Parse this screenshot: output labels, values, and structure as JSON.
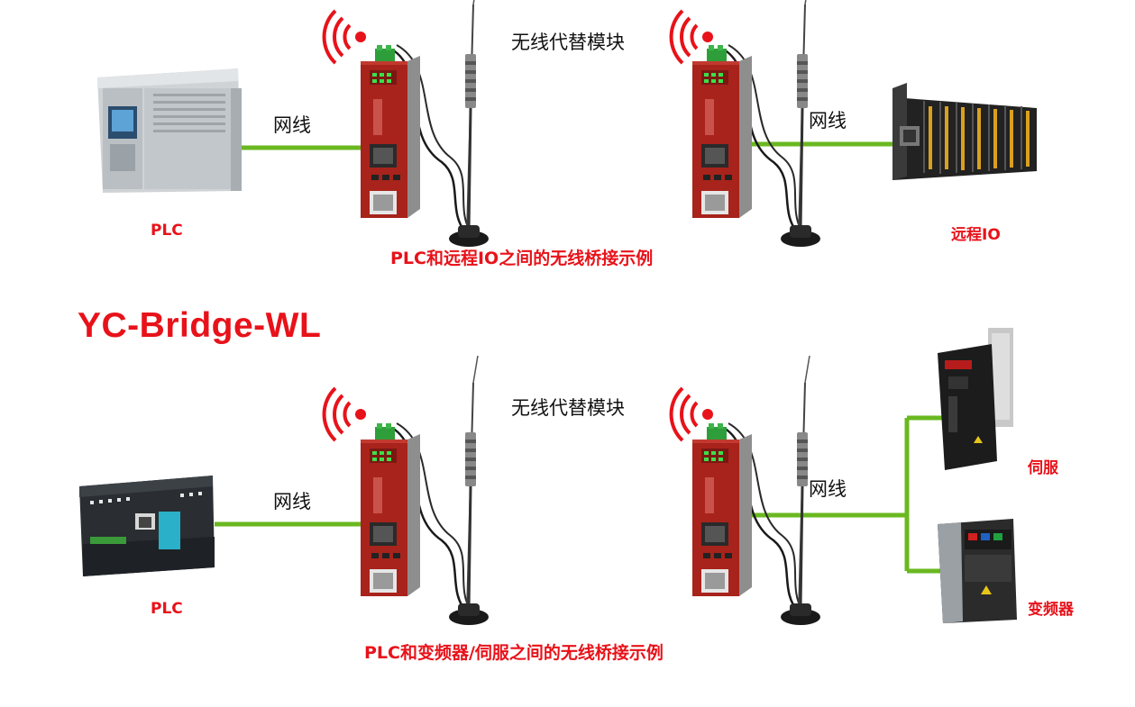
{
  "diagram": {
    "top": {
      "plc_label": "PLC",
      "remote_io_label": "远程IO",
      "wire_left": "网线",
      "wire_right": "网线",
      "module_label": "无线代替模块",
      "caption": "PLC和远程IO之间的无线桥接示例"
    },
    "product_name": "YC-Bridge-WL",
    "bottom": {
      "plc_label": "PLC",
      "wire_left": "网线",
      "wire_right": "网线",
      "module_label": "无线代替模块",
      "servo_label": "伺服",
      "inverter_label": "变频器",
      "caption": "PLC和变频器/伺服之间的无线桥接示例"
    },
    "colors": {
      "cable": "#6ab820",
      "accent_red": "#e8121a",
      "module_body": "#a8231b"
    }
  }
}
